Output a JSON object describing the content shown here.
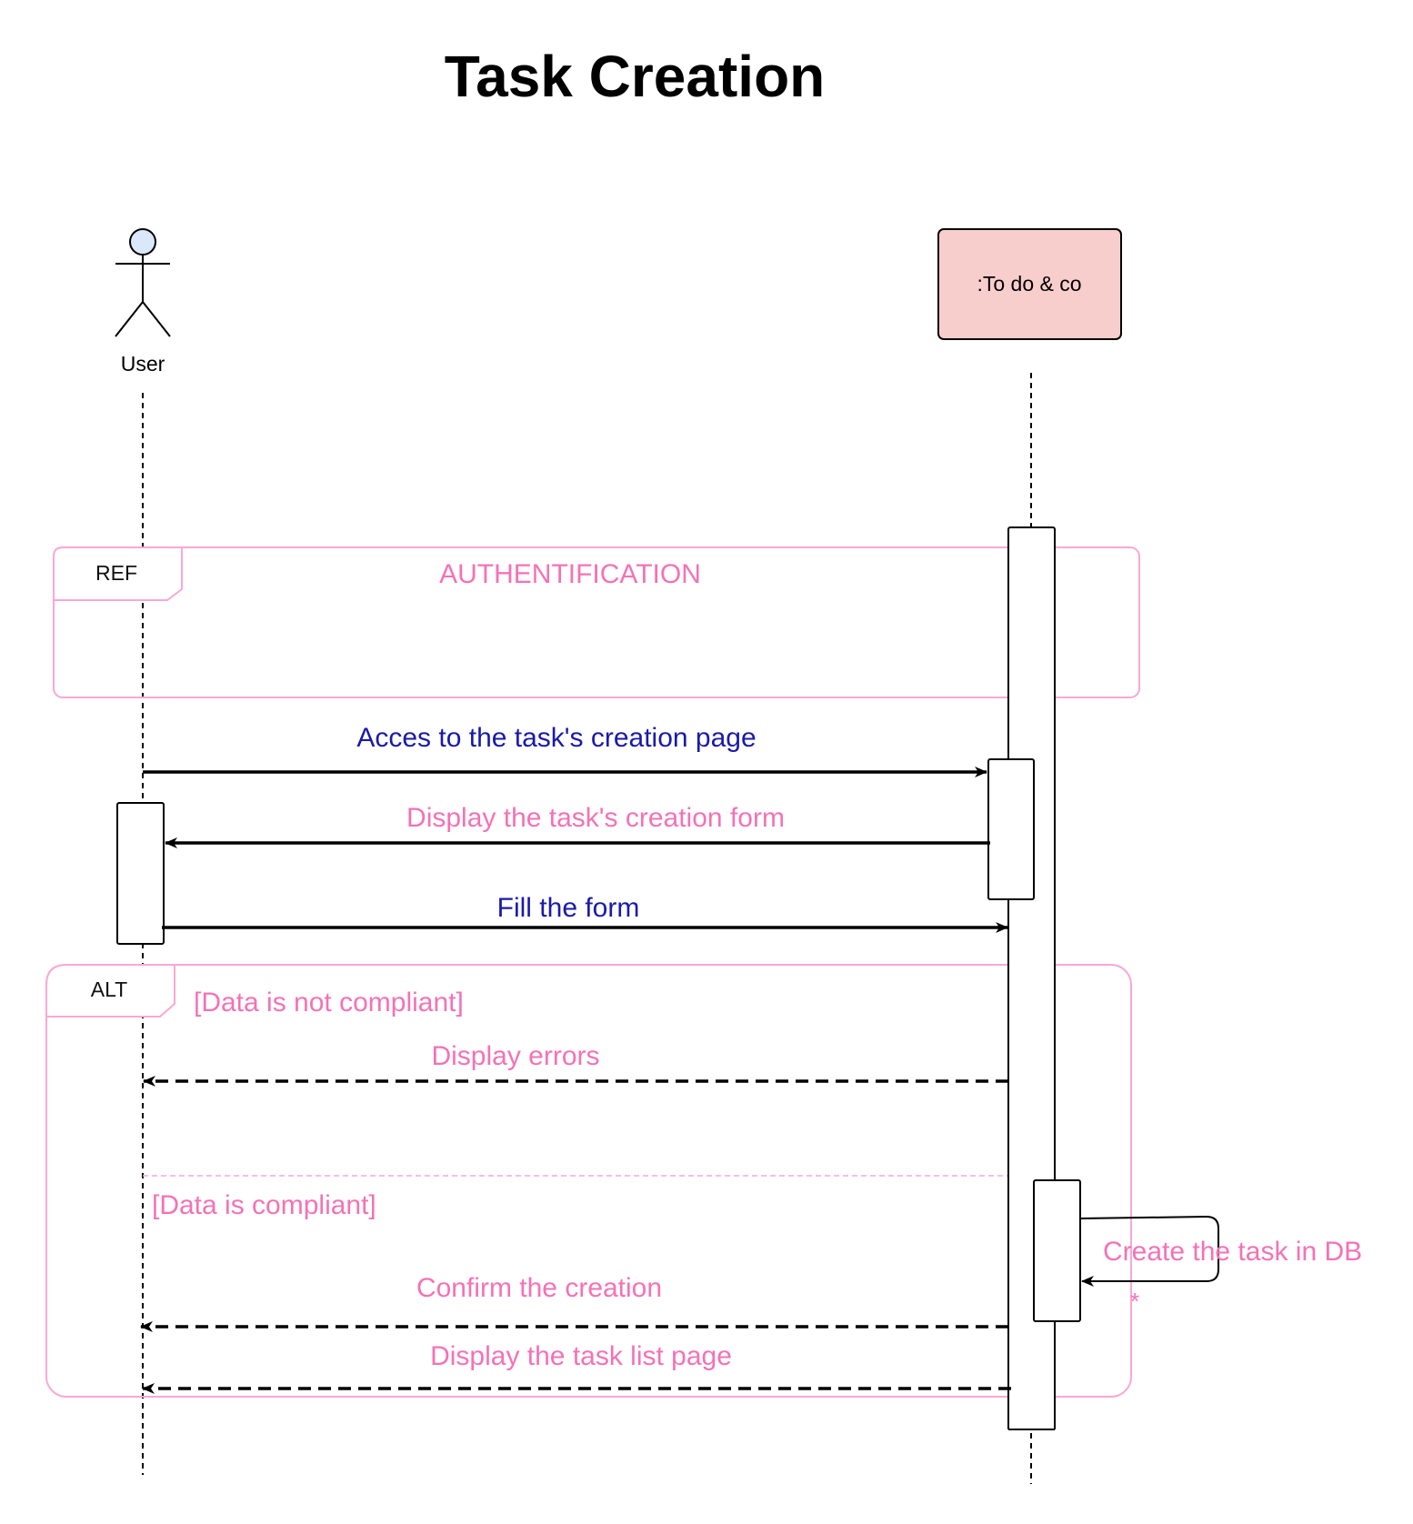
{
  "title": "Task Creation",
  "colors": {
    "pink": "#f472b6",
    "blue": "#1a1aaa",
    "participant_fill": "#f8cecc",
    "actor_head_fill": "#dae8fc"
  },
  "participants": {
    "actor": "User",
    "system": ":To do & co"
  },
  "ref_frame": {
    "tag": "REF",
    "name": "AUTHENTIFICATION"
  },
  "alt_frame": {
    "tag": "ALT",
    "guard_1": "[Data is not compliant]",
    "guard_2": "[Data is compliant]"
  },
  "messages": {
    "access_page": "Acces to the task's creation page",
    "display_form": "Display the task's creation form",
    "fill_form": "Fill the form",
    "display_errors": "Display errors",
    "create_in_db": "Create the task in DB",
    "self_call_marker": "*",
    "confirm_creation": "Confirm the creation",
    "display_list": "Display the task list page"
  }
}
